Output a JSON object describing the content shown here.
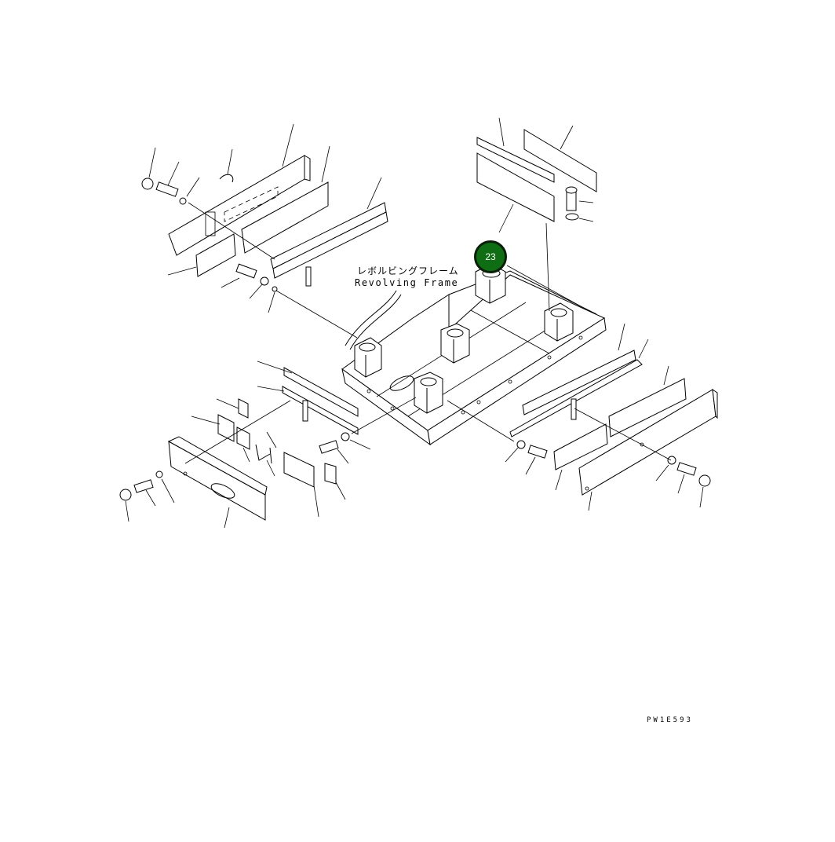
{
  "diagram": {
    "frame_label_jp": "レボルビングフレーム",
    "frame_label_en": "Revolving Frame",
    "callout": {
      "number": "23",
      "color": "#0f6e13",
      "border_color": "#0b1f0b"
    },
    "document_code": "PW1E593",
    "line_color": "#000000",
    "background": "#ffffff"
  }
}
